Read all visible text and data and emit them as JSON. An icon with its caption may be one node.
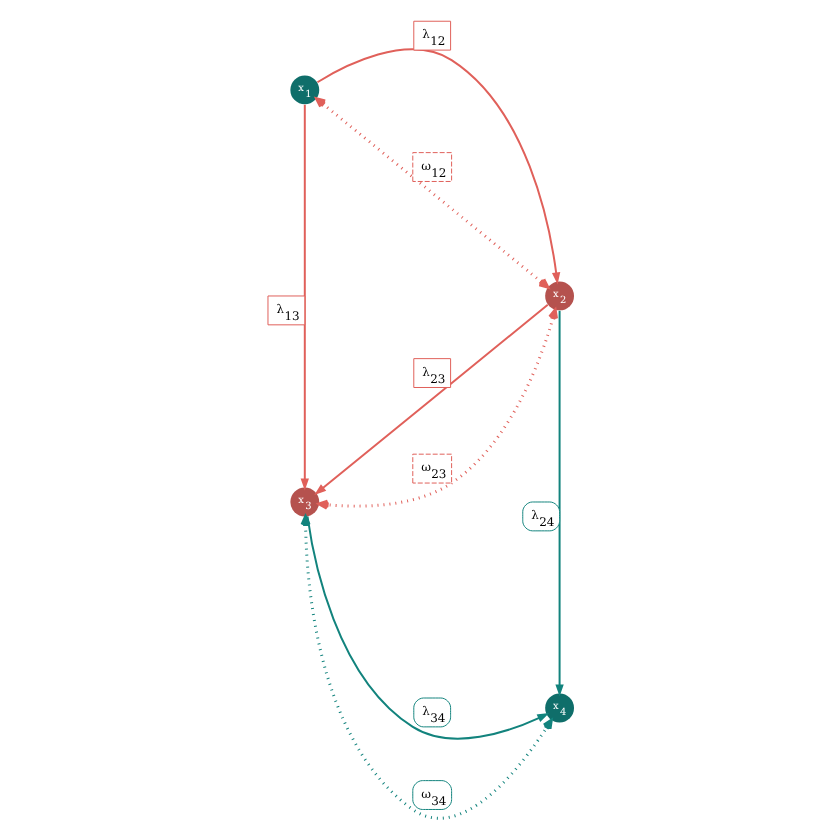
{
  "diagram": {
    "nodes": [
      {
        "text": [
          "x$_{1}$"
        ]
      },
      {
        "text": [
          "x$_{2}$"
        ]
      },
      {
        "text": [
          "x$_{3}$"
        ]
      },
      {
        "text": [
          "x$_{4}$"
        ]
      }
    ],
    "edges": [
      {
        "from": 0,
        "to": 1,
        "arrow": "to",
        "label": "λ$_{12}$"
      },
      {
        "from": 0,
        "to": 2,
        "arrow": "to",
        "label": "λ$_{13}$"
      },
      {
        "from": 1,
        "to": 2,
        "arrow": "to",
        "label": "λ$_{23}$"
      },
      {
        "from": 1,
        "to": 3,
        "arrow": "to",
        "label": "λ$_{24}$",
        "color": "#12837d"
      },
      {
        "from": 2,
        "to": 3,
        "arrow": "to",
        "label": "λ$_{34}$",
        "color": "#12837d"
      },
      {
        "from": 0,
        "to": 1,
        "arrow": "both",
        "label": "ω$_{12}$",
        "style": "dashed"
      },
      {
        "from": 1,
        "to": 2,
        "arrow": "both",
        "label": "ω$_{23}$",
        "style": "dashed"
      },
      {
        "from": 2,
        "to": 3,
        "arrow": "both",
        "label": "ω$_{34}$",
        "style": "dashed",
        "color": "#12837d"
      }
    ]
  }
}
